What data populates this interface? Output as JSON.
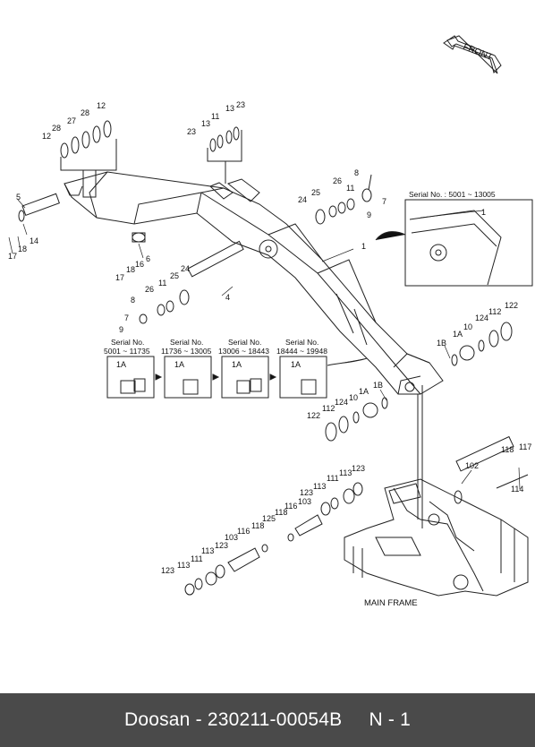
{
  "footer": {
    "text": "Doosan - 230211-00054B     N - 1"
  },
  "front_label": "FRONT",
  "main_frame_label": "MAIN FRAME",
  "serial_inset": {
    "label": "Serial No. : 5001 ~ 13005",
    "callout": "1"
  },
  "serial_boxes": [
    {
      "title": "Serial No.",
      "range": "5001 ~ 11735",
      "part": "1A"
    },
    {
      "title": "Serial No.",
      "range": "11736 ~ 13005",
      "part": "1A"
    },
    {
      "title": "Serial No.",
      "range": "13006 ~ 18443",
      "part": "1A"
    },
    {
      "title": "Serial No.",
      "range": "18444 ~ 19948",
      "part": "1A"
    }
  ],
  "callouts": {
    "c12a": "12",
    "c28a": "28",
    "c27": "27",
    "c28b": "28",
    "c12b": "12",
    "c23a": "23",
    "c13a": "13",
    "c11a": "11",
    "c13b": "13",
    "c23b": "23",
    "c5": "5",
    "c14": "14",
    "c18a": "18",
    "c17a": "17",
    "c8a": "8",
    "c24a": "24",
    "c25a": "25",
    "c26a": "26",
    "c11b": "11",
    "c7": "7",
    "c9a": "9",
    "c1": "1",
    "c6": "6",
    "c16": "16",
    "c18b": "18",
    "c17b": "17",
    "c26b": "26",
    "c25b": "25",
    "c24b": "24",
    "c11c": "11",
    "c8b": "8",
    "c7b": "7",
    "c9b": "9",
    "c4": "4",
    "c1B_a": "1B",
    "c1A_a": "1A",
    "c10a": "10",
    "c124a": "124",
    "c112a": "112",
    "c122a": "122",
    "c122b": "122",
    "c112b": "112",
    "c124b": "124",
    "c10b": "10",
    "c1A_b": "1A",
    "c1B_b": "1B",
    "c118a": "118",
    "c117": "117",
    "c102": "102",
    "c114": "114",
    "c123a": "123",
    "c113a": "113",
    "c111a": "111",
    "c113b": "113",
    "c123b": "123",
    "c103a": "103",
    "c116a": "116",
    "c118b": "118",
    "c125": "125",
    "c118c": "118",
    "c116b": "116",
    "c103b": "103",
    "c123c": "123",
    "c113c": "113",
    "c111b": "111",
    "c113d": "113",
    "c123d": "123"
  }
}
